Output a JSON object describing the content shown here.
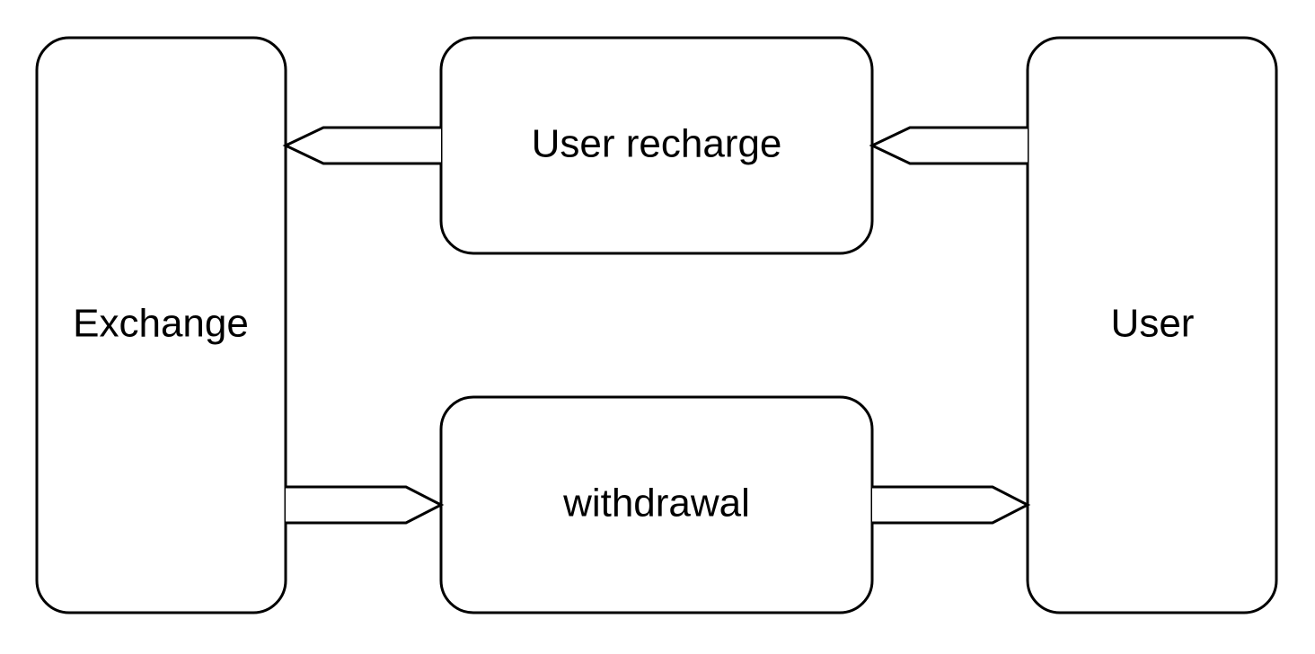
{
  "diagram": {
    "nodes": {
      "exchange": {
        "label": "Exchange"
      },
      "user_recharge": {
        "label": "User recharge"
      },
      "user": {
        "label": "User"
      },
      "withdrawal": {
        "label": "withdrawal"
      }
    },
    "edges": [
      {
        "from": "user",
        "to": "user_recharge"
      },
      {
        "from": "user_recharge",
        "to": "exchange"
      },
      {
        "from": "exchange",
        "to": "withdrawal"
      },
      {
        "from": "withdrawal",
        "to": "user"
      }
    ],
    "colors": {
      "stroke": "#000000",
      "fill": "#ffffff",
      "text": "#000000"
    }
  }
}
